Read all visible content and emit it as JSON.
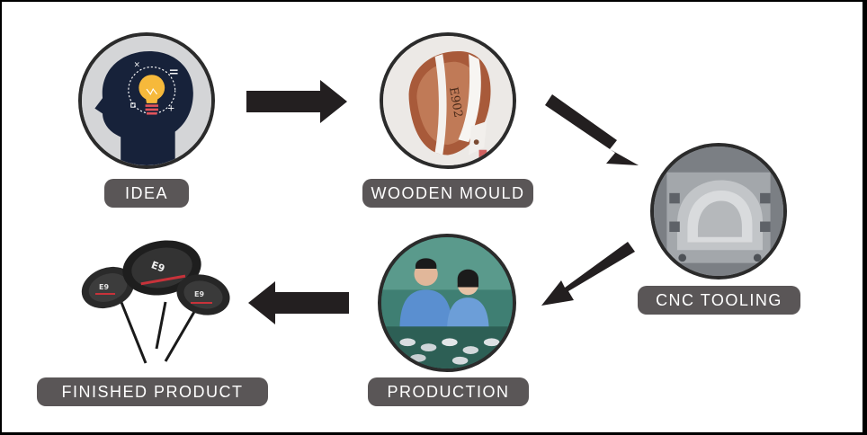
{
  "steps": [
    {
      "id": "idea",
      "label": "IDEA",
      "icon": "idea-head-lightbulb-icon"
    },
    {
      "id": "wooden-mould",
      "label": "WOODEN MOULD",
      "icon": "wooden-club-head-icon",
      "engraving": "E902"
    },
    {
      "id": "cnc-tooling",
      "label": "CNC TOOLING",
      "icon": "metal-mould-icon"
    },
    {
      "id": "production",
      "label": "PRODUCTION",
      "icon": "workers-assembly-icon"
    },
    {
      "id": "finished-product",
      "label": "FINISHED PRODUCT",
      "icon": "golf-clubs-icon",
      "club_marking": "E9"
    }
  ],
  "arrows": [
    {
      "from": "idea",
      "to": "wooden-mould",
      "icon": "arrow-right-icon"
    },
    {
      "from": "wooden-mould",
      "to": "cnc-tooling",
      "icon": "arrow-down-right-icon"
    },
    {
      "from": "cnc-tooling",
      "to": "production",
      "icon": "arrow-down-left-icon"
    },
    {
      "from": "production",
      "to": "finished-product",
      "icon": "arrow-left-icon"
    }
  ],
  "colors": {
    "label_bg": "#5a5657",
    "label_text": "#ffffff",
    "arrow": "#231f20",
    "circle_border": "#2b2b2b",
    "bulb": "#f6b93b",
    "head": "#17223a"
  }
}
